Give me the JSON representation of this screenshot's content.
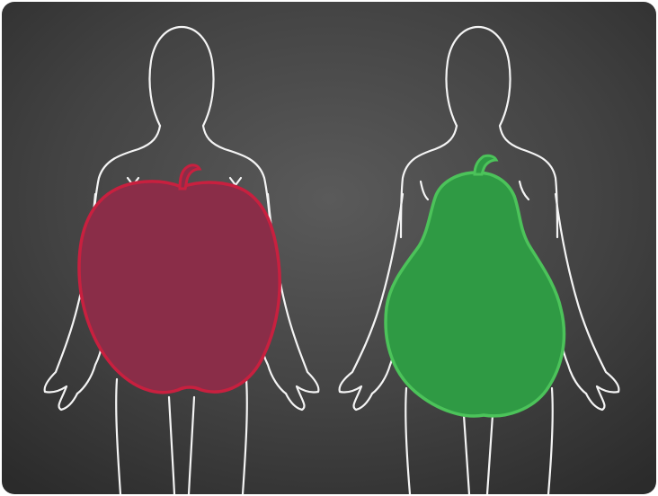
{
  "scene": {
    "background_color": "#3f3f3f",
    "outline_color": "#f4f4f4",
    "figures": [
      {
        "figure_name": "apple-body-shape",
        "fruit": "apple",
        "fill_color": "#8a2d48",
        "stroke_color": "#c8203f",
        "stem_color": "#8a2d48"
      },
      {
        "figure_name": "pear-body-shape",
        "fruit": "pear",
        "fill_color": "#2f9a44",
        "stroke_color": "#4cc35a",
        "stem_color": "#2f9a44"
      }
    ]
  }
}
